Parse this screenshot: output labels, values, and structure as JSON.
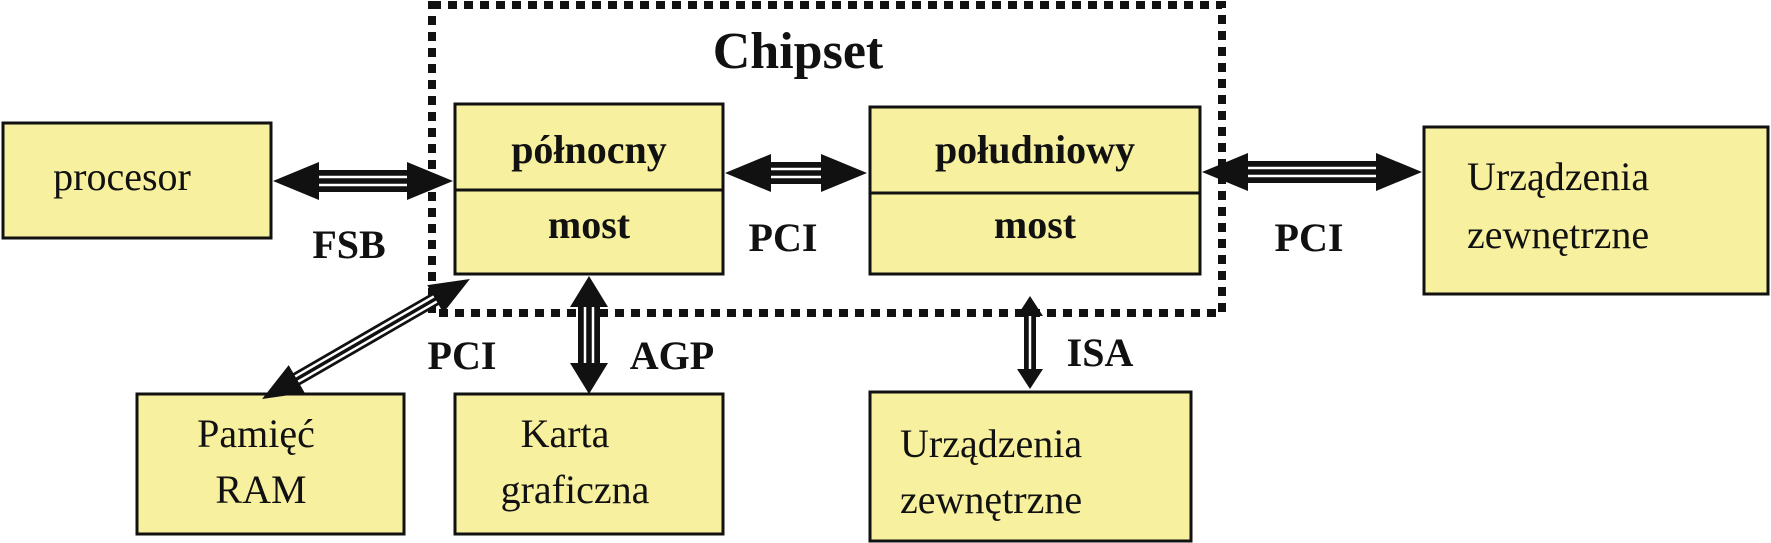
{
  "chipset": {
    "title": "Chipset"
  },
  "nodes": {
    "cpu": {
      "label": "procesor"
    },
    "northbridge": {
      "top": "północny",
      "bottom": "most"
    },
    "southbridge": {
      "top": "południowy",
      "bottom": "most"
    },
    "external_right": {
      "line1": "Urządzenia",
      "line2": "zewnętrzne"
    },
    "ram": {
      "line1": "Pamięć",
      "line2": "RAM"
    },
    "gpu": {
      "line1": "Karta",
      "line2": "graficzna"
    },
    "external_bottom": {
      "line1": "Urządzenia",
      "line2": "zewnętrzne"
    }
  },
  "buses": {
    "fsb": "FSB",
    "north_south": "PCI",
    "south_external": "PCI",
    "north_ram": "PCI",
    "agp": "AGP",
    "isa": "ISA"
  },
  "colors": {
    "box_fill": "#f7f09e",
    "stroke": "#111111",
    "background": "#ffffff"
  }
}
